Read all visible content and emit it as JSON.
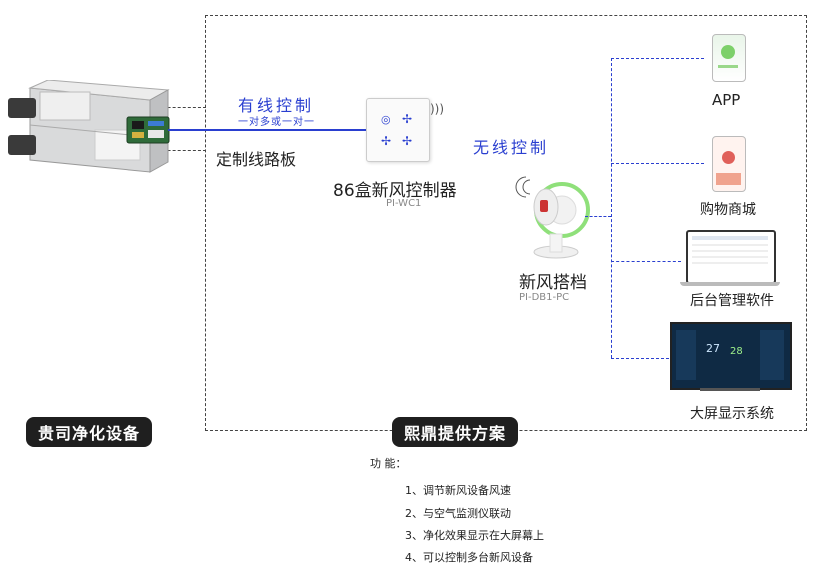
{
  "your_equipment_label": "贵司净化设备",
  "solution_label": "熙鼎提供方案",
  "wired": {
    "title": "有线控制",
    "subtitle": "一对多或一对一"
  },
  "custom_board_label": "定制线路板",
  "controller": {
    "name": "86盒新风控制器",
    "model": "PI-WC1"
  },
  "wireless_label": "无线控制",
  "partner": {
    "name": "新风搭档",
    "model": "PI-DB1-PC"
  },
  "endpoints": [
    {
      "label": "APP"
    },
    {
      "label": "购物商城"
    },
    {
      "label": "后台管理软件"
    },
    {
      "label": "大屏显示系统"
    }
  ],
  "screen_readings": [
    "27",
    "28"
  ],
  "functions": {
    "title": "功 能：",
    "items": [
      "1、调节新风设备风速",
      "2、与空气监测仪联动",
      "3、净化效果显示在大屏幕上",
      "4、可以控制多台新风设备"
    ]
  },
  "colors": {
    "accent": "#2a3fd0",
    "pill": "#1f1f1f",
    "partner_ring": "#8fe07a"
  }
}
